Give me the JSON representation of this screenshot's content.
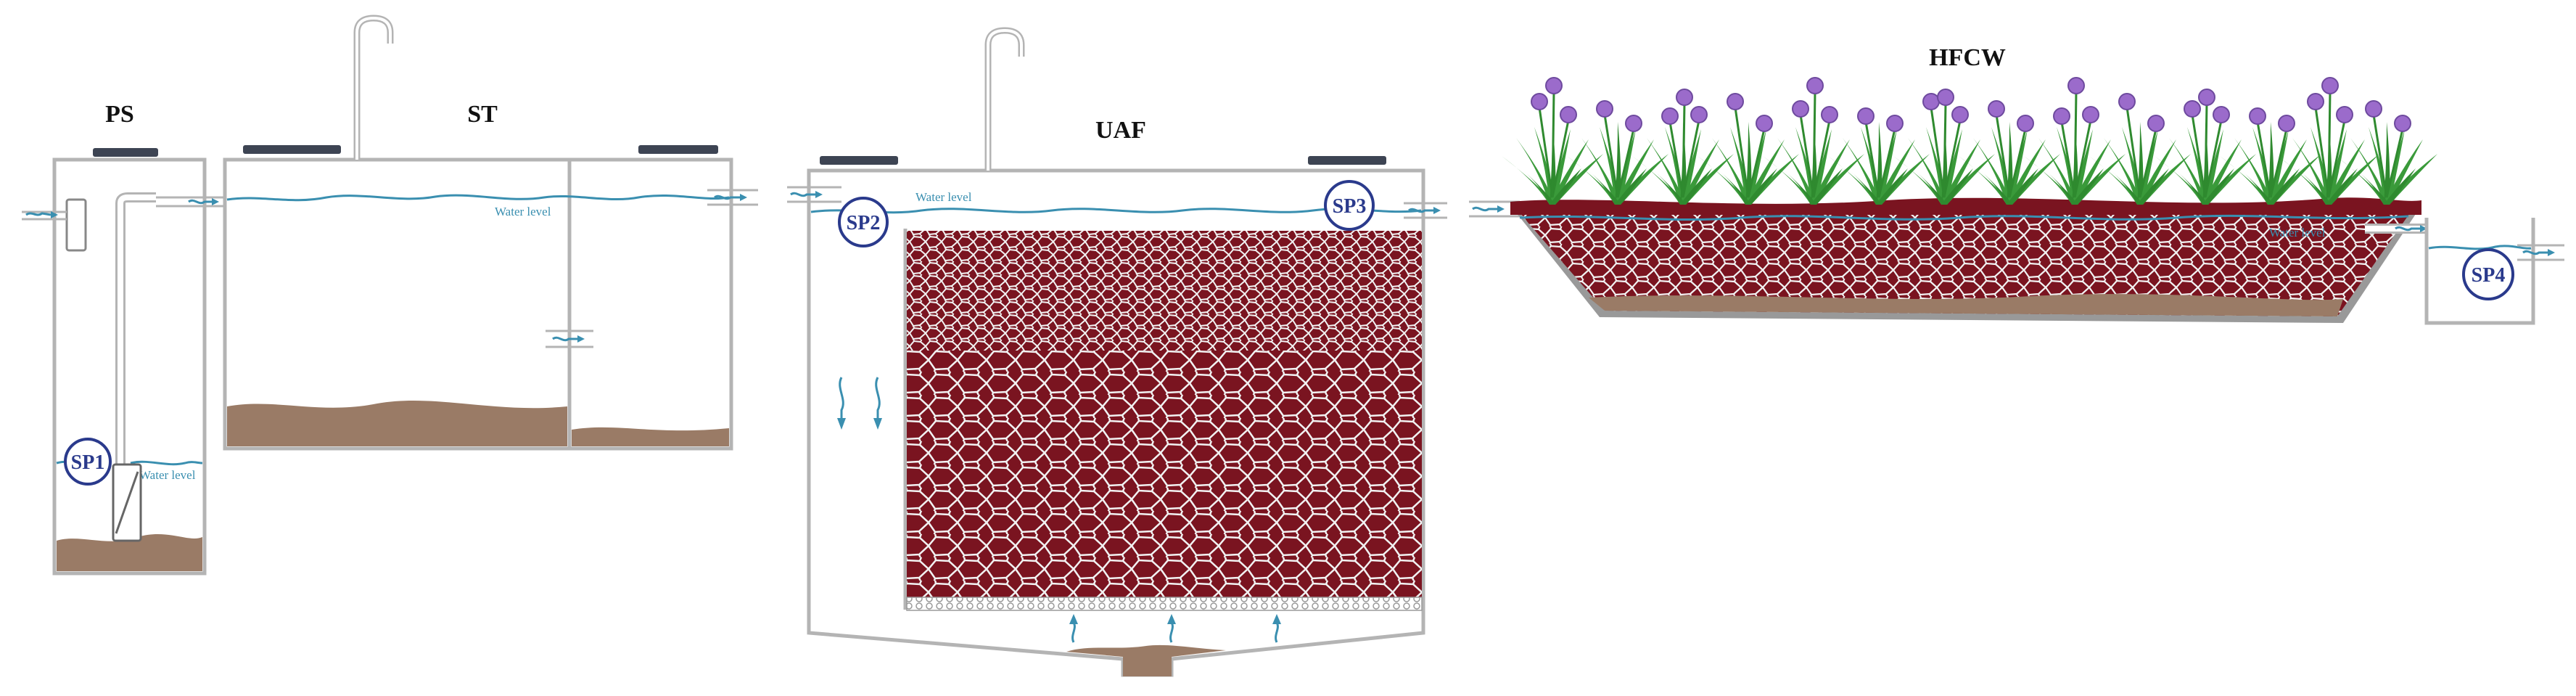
{
  "units": {
    "ps": "PS",
    "st": "ST",
    "uaf": "UAF",
    "hfcw": "HFCW"
  },
  "sampling_points": [
    "SP1",
    "SP2",
    "SP3",
    "SP4"
  ],
  "water_level_label": "Water level",
  "colors": {
    "wall": "#b4b4b4",
    "water": "#3a8fb0",
    "sludge": "#9a7b66",
    "media": "#7a1420",
    "media_lines": "#f2f2f2",
    "lid": "#3d4453",
    "plant_leaf": "#3a9a3a",
    "flower": "#9b6bcb",
    "sp_ring": "#2a3a8c"
  },
  "icons": [
    "inflow-arrow-icon",
    "vent-pipe-icon",
    "pump-icon",
    "flow-arrow-icon",
    "plant-icon"
  ]
}
